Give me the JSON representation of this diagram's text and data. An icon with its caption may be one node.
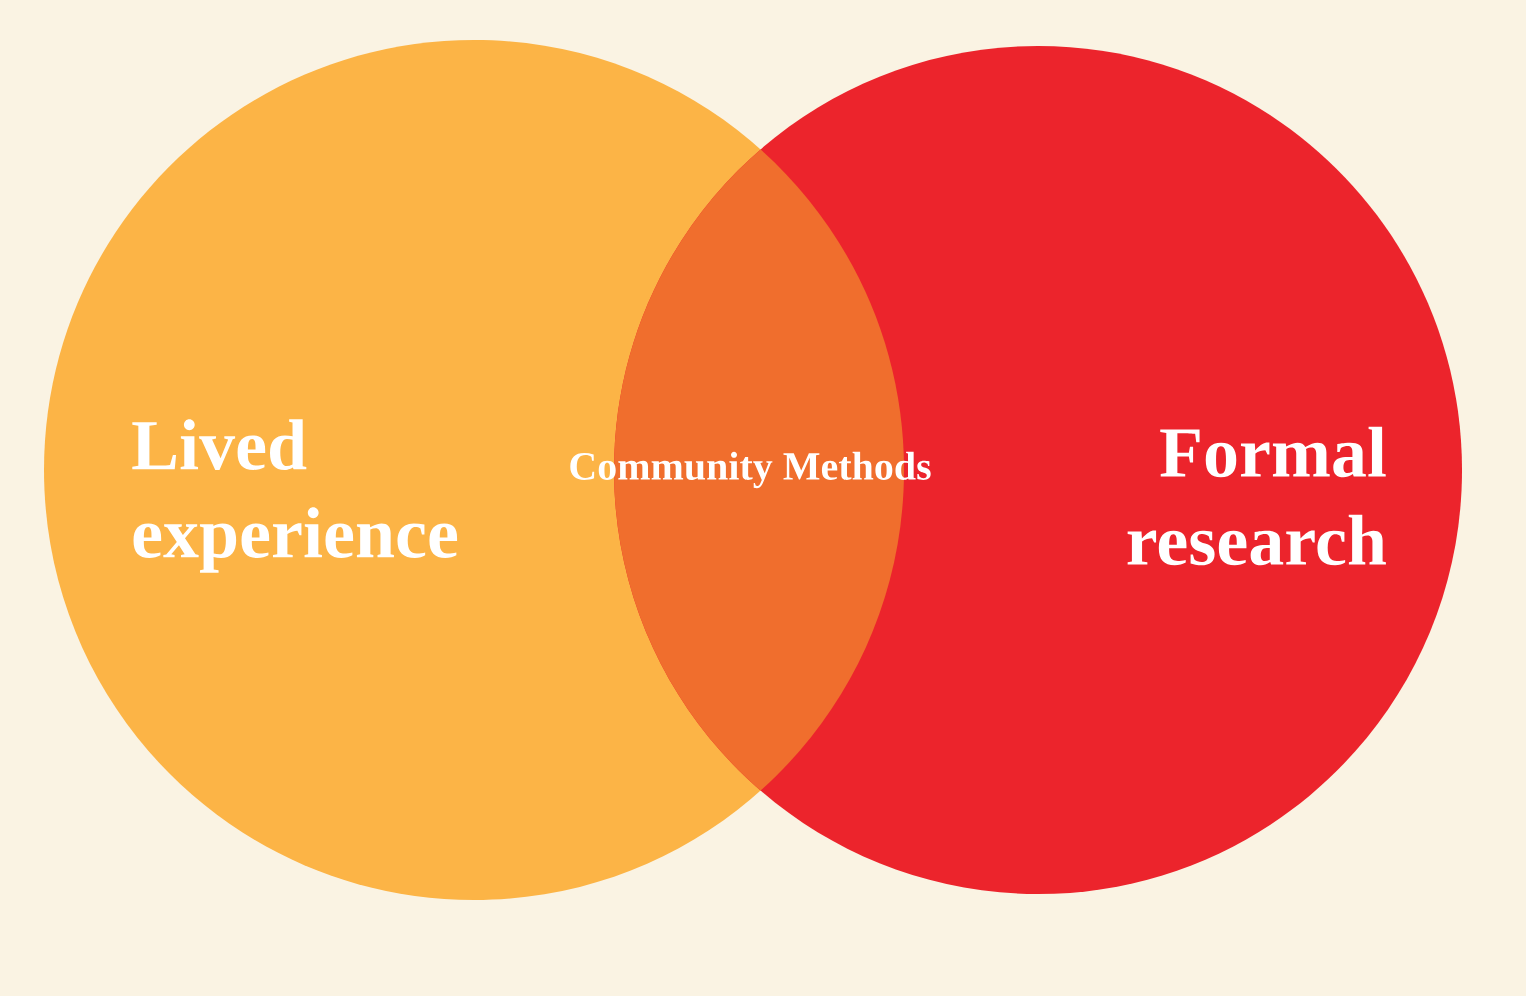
{
  "diagram": {
    "nodes": [
      {
        "text": [
          "Lived experience"
        ]
      },
      {
        "text": [
          "Formal research"
        ]
      }
    ],
    "labels": [
      "Community Methods"
    ]
  }
}
